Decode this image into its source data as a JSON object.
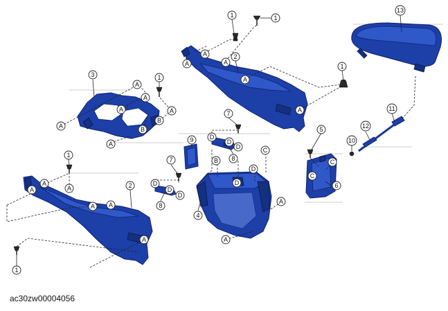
{
  "image_code": "ac30zw00004056",
  "part_numbers": [
    "1",
    "2",
    "3",
    "4",
    "5",
    "6",
    "7",
    "8",
    "9",
    "10",
    "11",
    "12",
    "13"
  ],
  "connection_letters": [
    "A",
    "B",
    "C",
    "D"
  ],
  "colors": {
    "part": "#1d3fa8",
    "part_light": "#2f58c9",
    "outline": "#0f2370",
    "line": "#222222"
  }
}
